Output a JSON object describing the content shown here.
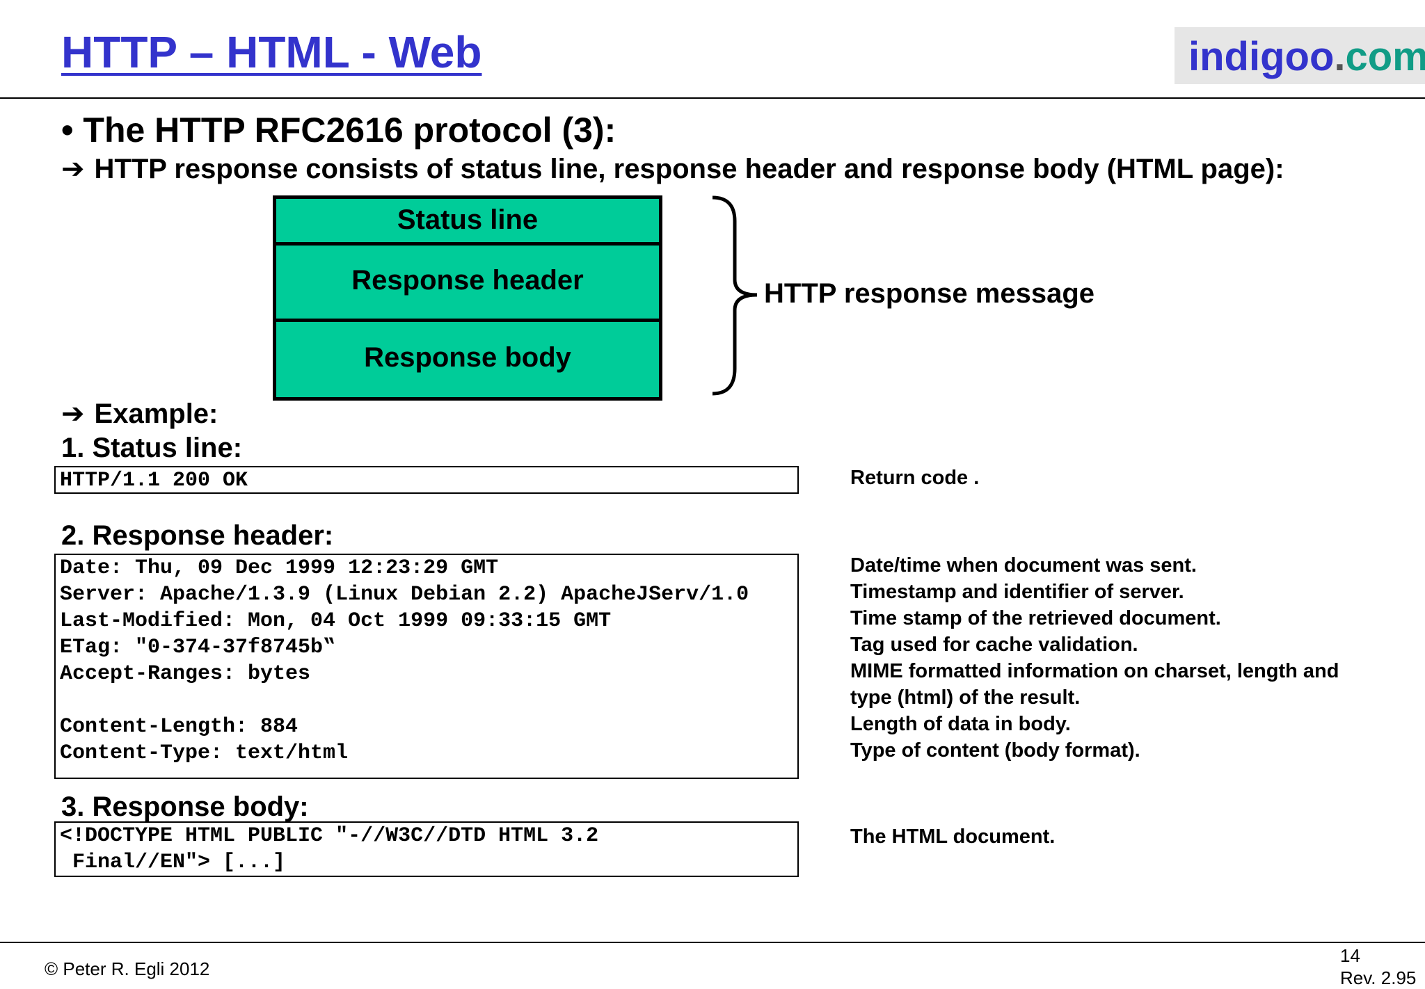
{
  "header": {
    "title": "HTTP – HTML - Web",
    "logo": {
      "part1": "indigoo",
      "part2": ".",
      "part3": "com"
    }
  },
  "bullet": "• The HTTP RFC2616 protocol (3):",
  "arrow_symbol": "➔",
  "intro": "HTTP response consists of status line, response header and response body (HTML page):",
  "diagram": {
    "cells": [
      "Status line",
      "Response header",
      "Response body"
    ],
    "brace_label": "HTTP response message"
  },
  "example_label": "Example:",
  "sections": {
    "status": {
      "heading": "1. Status line:",
      "code": [
        "HTTP/1.1 200 OK"
      ],
      "desc": [
        "Return code ."
      ]
    },
    "header": {
      "heading": "2. Response header:",
      "code": [
        "Date: Thu, 09 Dec 1999 12:23:29 GMT",
        "Server: Apache/1.3.9 (Linux Debian 2.2) ApacheJServ/1.0",
        "Last-Modified: Mon, 04 Oct 1999 09:33:15 GMT",
        "ETag: \"0-374-37f8745b‟",
        "Accept-Ranges: bytes",
        "",
        "Content-Length: 884",
        "Content-Type: text/html"
      ],
      "desc": [
        "Date/time when document was sent.",
        "Timestamp and identifier of server.",
        "Time stamp of the retrieved document.",
        "Tag used for cache validation.",
        "MIME formatted information on charset, length and",
        "type (html) of the result.",
        "Length of data in body.",
        "Type of content (body format)."
      ]
    },
    "body": {
      "heading": "3. Response body:",
      "code": [
        "<!DOCTYPE HTML PUBLIC \"-//W3C//DTD HTML 3.2",
        " Final//EN\"> [...]"
      ],
      "desc": [
        "The HTML document."
      ]
    }
  },
  "footer": {
    "copyright": "© Peter R. Egli 2012",
    "page": "14",
    "revision": "Rev. 2.95"
  },
  "colors": {
    "title": "#3333cc",
    "logo_blue": "#3333cc",
    "logo_teal": "#119c86",
    "box_fill": "#00cc99",
    "logo_bg": "#e6e6e6"
  }
}
